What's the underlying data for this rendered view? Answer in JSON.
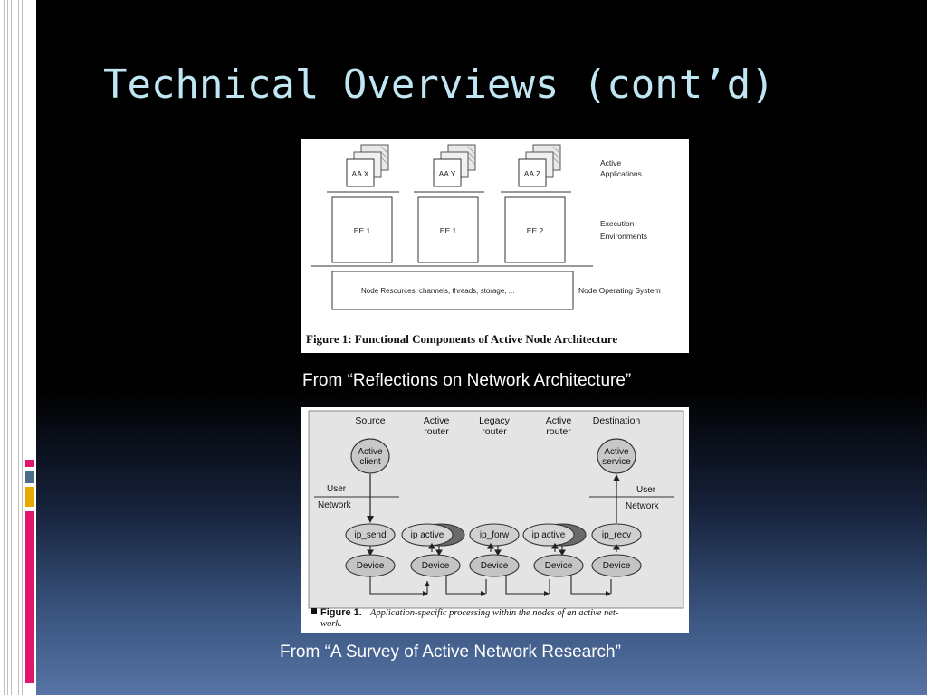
{
  "slide": {
    "title": "Technical Overviews (cont’d)",
    "accent_colors": [
      "#e0156b",
      "#ffffff",
      "#4a6d8c",
      "#e8a800",
      "#e0156b"
    ]
  },
  "figure1": {
    "app_boxes": [
      "AA X",
      "AA Y",
      "AA Z"
    ],
    "ee_boxes": [
      "EE 1",
      "EE 1",
      "EE 2"
    ],
    "label_active": [
      "Active",
      "Applications"
    ],
    "label_exec": [
      "Execution",
      "Environments"
    ],
    "node_resources": "Node Resources: channels, threads, storage, ...",
    "node_os": "Node Operating System",
    "caption": "Figure 1: Functional Components of Active Node Architecture",
    "source": "From “Reflections on Network Architecture”"
  },
  "figure2": {
    "col_source": "Source",
    "col_active_router_1": [
      "Active",
      "router"
    ],
    "col_legacy_router": [
      "Legacy",
      "router"
    ],
    "col_active_router_2": [
      "Active",
      "router"
    ],
    "col_destination": "Destination",
    "active_client": [
      "Active",
      "client"
    ],
    "active_service": [
      "Active",
      "service"
    ],
    "user_left": "User",
    "network_left": "Network",
    "user_right": "User",
    "network_right": "Network",
    "ip_nodes": [
      "ip_send",
      "ip active",
      "ip_forw",
      "ip active",
      "ip_recv"
    ],
    "device_nodes": [
      "Device",
      "Device",
      "Device",
      "Device",
      "Device"
    ],
    "caption_bold": "Figure 1.",
    "caption_rest_1": "Application-specific processing within the nodes of an active net-",
    "caption_rest_2": "work.",
    "source": "From “A Survey of Active Network Research”"
  }
}
